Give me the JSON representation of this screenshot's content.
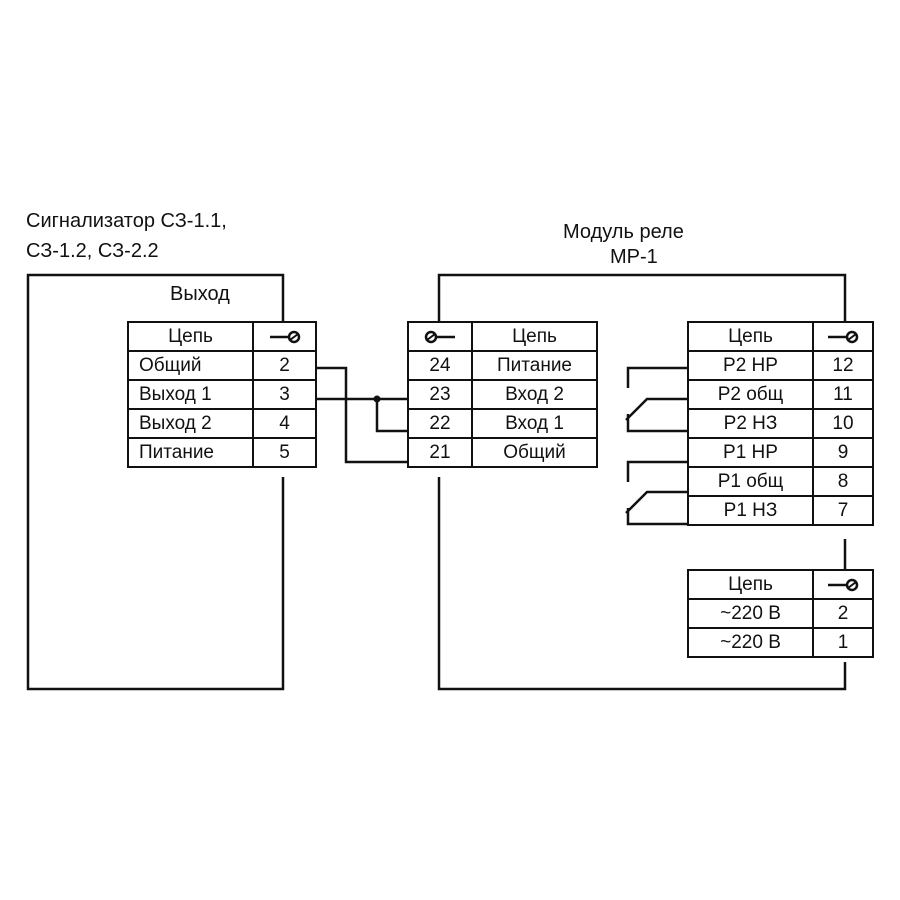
{
  "signalizer": {
    "title_line1": "Сигнализатор СЗ-1.1,",
    "title_line2": "СЗ-1.2, СЗ-2.2",
    "output_label": "Выход",
    "table": {
      "header_circuit": "Цепь",
      "header_icon": "terminal-screw-icon",
      "rows": [
        {
          "circuit": "Общий",
          "terminal": "2"
        },
        {
          "circuit": "Выход 1",
          "terminal": "3"
        },
        {
          "circuit": "Выход 2",
          "terminal": "4"
        },
        {
          "circuit": "Питание",
          "terminal": "5"
        }
      ]
    }
  },
  "relay_module": {
    "title_line1": "Модуль реле",
    "title_line2": "МР-1",
    "input_table": {
      "header_icon": "terminal-screw-icon",
      "header_circuit": "Цепь",
      "rows": [
        {
          "terminal": "24",
          "circuit": "Питание"
        },
        {
          "terminal": "23",
          "circuit": "Вход 2"
        },
        {
          "terminal": "22",
          "circuit": "Вход 1"
        },
        {
          "terminal": "21",
          "circuit": "Общий"
        }
      ]
    },
    "relay_table": {
      "header_circuit": "Цепь",
      "header_icon": "terminal-screw-icon",
      "rows": [
        {
          "circuit": "Р2 НР",
          "terminal": "12"
        },
        {
          "circuit": "Р2 общ",
          "terminal": "11"
        },
        {
          "circuit": "Р2 НЗ",
          "terminal": "10"
        },
        {
          "circuit": "Р1 НР",
          "terminal": "9"
        },
        {
          "circuit": "Р1 общ",
          "terminal": "8"
        },
        {
          "circuit": "Р1 НЗ",
          "terminal": "7"
        }
      ]
    },
    "power_table": {
      "header_circuit": "Цепь",
      "header_icon": "terminal-screw-icon",
      "rows": [
        {
          "circuit": "~220 В",
          "terminal": "2"
        },
        {
          "circuit": "~220 В",
          "terminal": "1"
        }
      ]
    }
  },
  "connections": [
    {
      "from": "Общий (2)",
      "to": "Общий (21)"
    },
    {
      "from": "Выход 1 (3)",
      "to": "Вход 2 (23)"
    },
    {
      "from": "Выход 1 (3)",
      "to": "Вход 1 (22)"
    }
  ],
  "colors": {
    "line": "#111111",
    "background": "#ffffff"
  }
}
